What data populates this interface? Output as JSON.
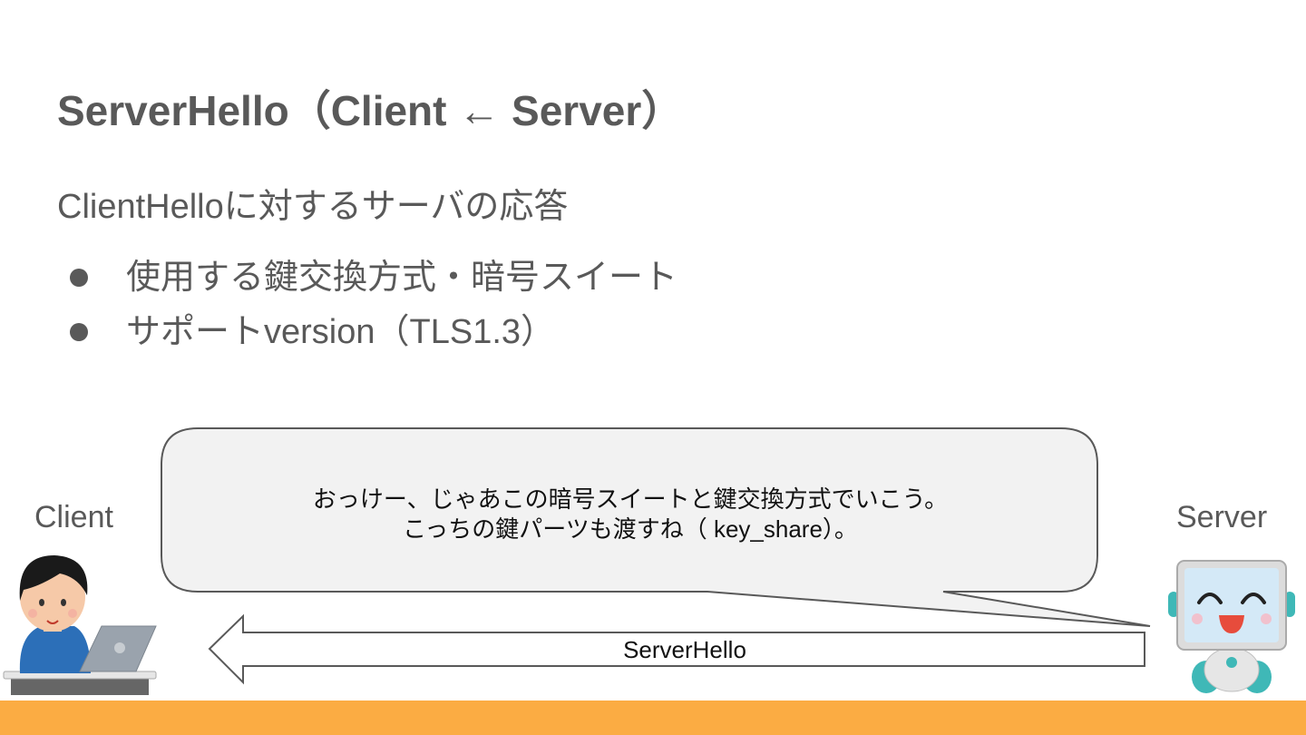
{
  "slide": {
    "title": "ServerHello（Client ← Server）",
    "subtitle": "ClientHelloに対するサーバの応答",
    "bullets": [
      "使用する鍵交換方式・暗号スイート",
      "サポートversion（TLS1.3）"
    ]
  },
  "diagram": {
    "client_label": "Client",
    "server_label": "Server",
    "speech_line_1": "おっけー、じゃあこの暗号スイートと鍵交換方式でいこう。",
    "speech_line_2": "こっちの鍵パーツも渡すね（ key_share）。",
    "arrow_label": "ServerHello",
    "client_icon": "person-with-laptop-icon",
    "server_icon": "robot-server-icon"
  },
  "colors": {
    "text": "#595959",
    "bubble_fill": "#f2f2f2",
    "bubble_stroke": "#595959",
    "accent_bar": "#fbac43",
    "robot_teal": "#3fb8b7"
  }
}
